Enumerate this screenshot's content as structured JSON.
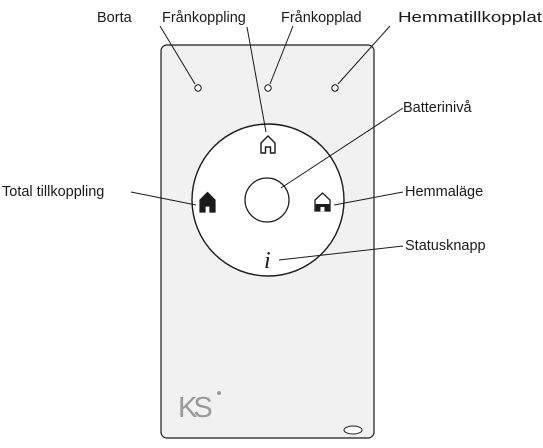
{
  "labels": {
    "borta": "Borta",
    "frankoppling": "Frånkoppling",
    "frankopplad": "Frånkopplad",
    "hemmatillkopplat": "Hemmatillkopplat",
    "batteriniva": "Batterinivå",
    "total_tillkoppling": "Total tillkoppling",
    "hemmalage": "Hemmaläge",
    "statusknapp": "Statusknapp"
  },
  "device": {
    "logo_text": "KS",
    "info_glyph": "i",
    "body_color": "#f1f1f1",
    "outline_color": "#1a1a1a"
  },
  "icons": {
    "frankoppling_button": "house-outline-icon",
    "total_tillkoppling_button": "house-filled-icon",
    "hemmalage_button": "house-half-filled-icon",
    "statusknapp_button": "info-icon",
    "batteriniva": "battery-led-icon"
  }
}
